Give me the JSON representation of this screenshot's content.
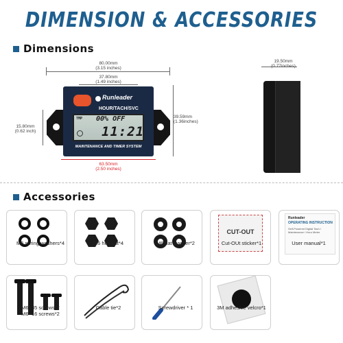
{
  "title": "DIMENSION & ACCESSORIES",
  "sections": {
    "dimensions": "Dimensions",
    "accessories": "Accessories"
  },
  "dimensions": {
    "overall_width": "80.00mm",
    "overall_width_in": "(3.15 inches)",
    "top_width": "37.80mm",
    "top_width_in": "(1.49 inches)",
    "height": "39.59mm",
    "height_in": "(1.36inches)",
    "left_height": "15.80mm",
    "left_height_in": "(0.62 inch)",
    "hole_span": "63.50mm",
    "hole_span_in": "(2.50 inches)",
    "depth": "19.50mm",
    "depth_in": "(0.77inches)"
  },
  "device": {
    "brand": "Runleader",
    "mode_label": "HOUR/TACH/SVC",
    "lcd_top_left": "TMP",
    "lcd_line1": "00% OFF",
    "lcd_line2": "11:21",
    "footer": "MAINTENANCE AND TIMER SYSTEM"
  },
  "accessories": [
    {
      "label": "M6 spring washers*4"
    },
    {
      "label": "M6 hex nut*4"
    },
    {
      "label": "M6 flat washer*2"
    },
    {
      "label": "Cut-OUt sticker*1"
    },
    {
      "label": "User manual*1"
    },
    {
      "label": "M6×35 screws*2",
      "label2": "M6×16 screws*2"
    },
    {
      "label": "Cable tie*2"
    },
    {
      "label": "Screwdriver * 1"
    },
    {
      "label": "3M adhesive velcro*1"
    }
  ],
  "sticker_text": "CUT-OUT",
  "manual": {
    "brand": "Runleader",
    "title": "OPERATING INSTRUCTION",
    "subtitle": "Self-Powered Digital Tach / Maintenance / Hour Meter"
  },
  "colors": {
    "title": "#1e5f8f",
    "bullet": "#1e5f8f",
    "dimension_highlight": "#d8232a",
    "device_body": "#1b2a44",
    "device_orange": "#e8542b"
  }
}
